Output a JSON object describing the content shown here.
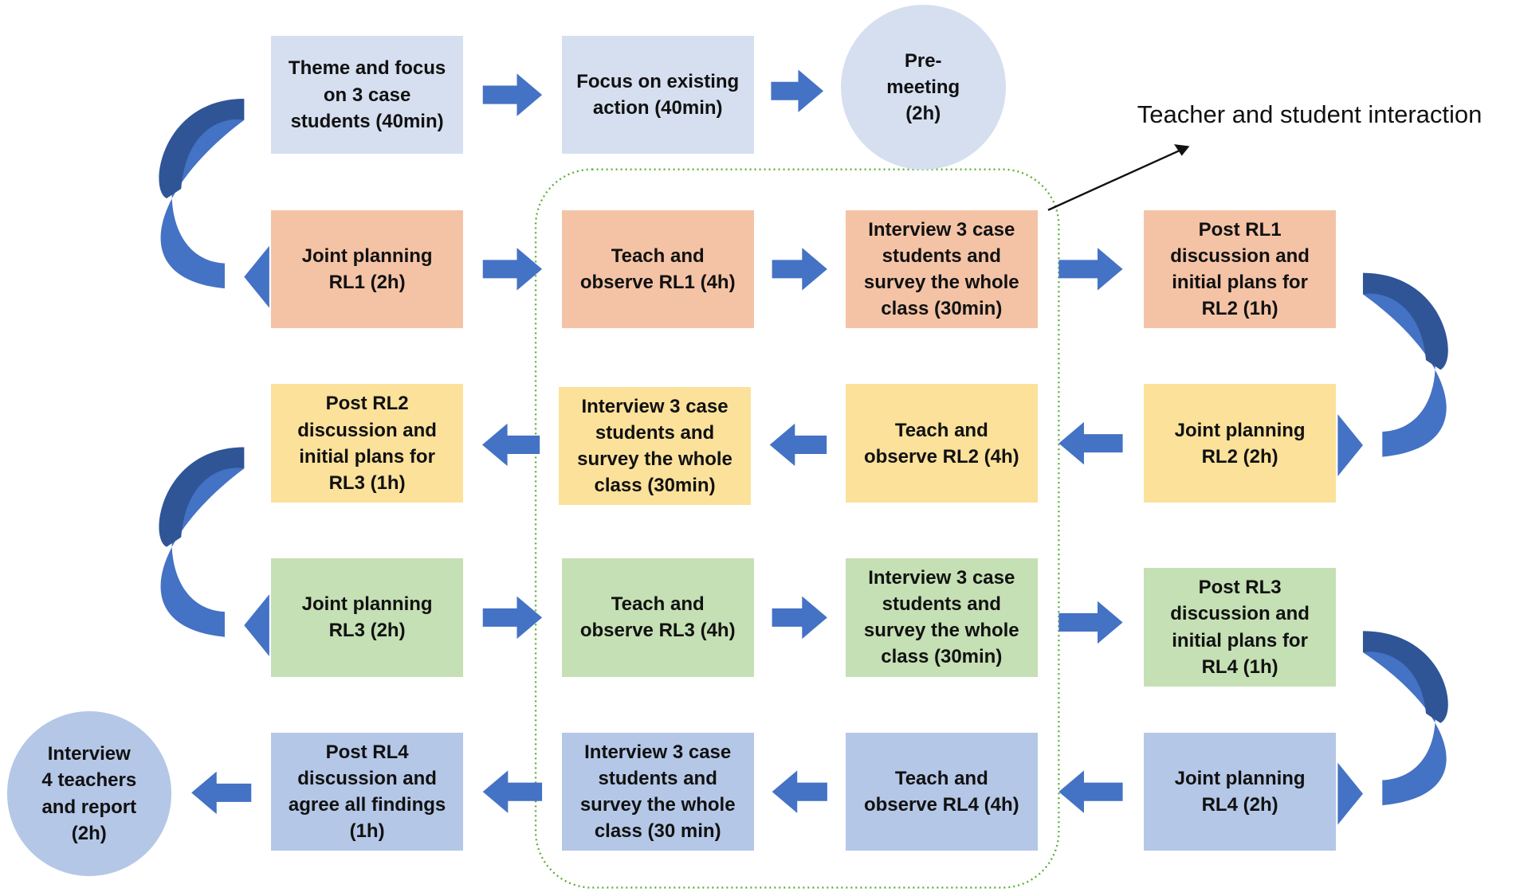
{
  "colors": {
    "row_start": "#D6DFF0",
    "rl1": "#F4C3A6",
    "rl2": "#FBE19A",
    "rl3": "#C5E0B4",
    "rl4": "#B4C7E7",
    "arrow": "#4472C4",
    "arrow_dark": "#2F5597",
    "group_border": "#5FAF3A"
  },
  "annotation": {
    "label": "Teacher and student interaction",
    "icon": "arrow-icon"
  },
  "nodes": [
    {
      "id": "theme-focus",
      "shape": "rect",
      "color": "row_start",
      "text": "Theme and focus\non 3 case\nstudents (40min)"
    },
    {
      "id": "focus-existing",
      "shape": "rect",
      "color": "row_start",
      "text": "Focus on existing\naction (40min)"
    },
    {
      "id": "pre-meeting",
      "shape": "circle",
      "color": "row_start",
      "text": "Pre-\nmeeting\n(2h)"
    },
    {
      "id": "joint-planning-rl1",
      "shape": "rect",
      "color": "rl1",
      "text": "Joint planning\nRL1 (2h)"
    },
    {
      "id": "teach-observe-rl1",
      "shape": "rect",
      "color": "rl1",
      "text": "Teach and\nobserve RL1 (4h)"
    },
    {
      "id": "interview-rl1",
      "shape": "rect",
      "color": "rl1",
      "text": "Interview 3 case\nstudents and\nsurvey the whole\nclass (30min)"
    },
    {
      "id": "post-rl1",
      "shape": "rect",
      "color": "rl1",
      "text": "Post RL1\ndiscussion and\ninitial plans for\nRL2 (1h)"
    },
    {
      "id": "post-rl2",
      "shape": "rect",
      "color": "rl2",
      "text": "Post RL2\ndiscussion and\ninitial plans for\nRL3 (1h)"
    },
    {
      "id": "interview-rl2",
      "shape": "rect",
      "color": "rl2",
      "text": "Interview 3 case\nstudents and\nsurvey the whole\nclass (30min)"
    },
    {
      "id": "teach-observe-rl2",
      "shape": "rect",
      "color": "rl2",
      "text": "Teach and\nobserve RL2 (4h)"
    },
    {
      "id": "joint-planning-rl2",
      "shape": "rect",
      "color": "rl2",
      "text": "Joint planning\nRL2 (2h)"
    },
    {
      "id": "joint-planning-rl3",
      "shape": "rect",
      "color": "rl3",
      "text": "Joint planning\nRL3 (2h)"
    },
    {
      "id": "teach-observe-rl3",
      "shape": "rect",
      "color": "rl3",
      "text": "Teach and\nobserve RL3 (4h)"
    },
    {
      "id": "interview-rl3",
      "shape": "rect",
      "color": "rl3",
      "text": "Interview 3 case\nstudents and\nsurvey the whole\nclass (30min)"
    },
    {
      "id": "post-rl3",
      "shape": "rect",
      "color": "rl3",
      "text": "Post RL3\ndiscussion and\ninitial plans for\nRL4 (1h)"
    },
    {
      "id": "interview-teachers",
      "shape": "circle",
      "color": "rl4",
      "text": "Interview\n4 teachers\nand report\n(2h)"
    },
    {
      "id": "post-rl4",
      "shape": "rect",
      "color": "rl4",
      "text": "Post RL4\ndiscussion and\nagree all findings\n(1h)"
    },
    {
      "id": "interview-rl4",
      "shape": "rect",
      "color": "rl4",
      "text": "Interview 3 case\nstudents and\nsurvey the whole\nclass (30 min)"
    },
    {
      "id": "teach-observe-rl4",
      "shape": "rect",
      "color": "rl4",
      "text": "Teach and\nobserve RL4 (4h)"
    },
    {
      "id": "joint-planning-rl4",
      "shape": "rect",
      "color": "rl4",
      "text": "Joint planning\nRL4 (2h)"
    }
  ],
  "edges": [
    {
      "from": "theme-focus",
      "to": "focus-existing"
    },
    {
      "from": "focus-existing",
      "to": "pre-meeting"
    },
    {
      "from": "theme-focus",
      "to": "joint-planning-rl1"
    },
    {
      "from": "joint-planning-rl1",
      "to": "teach-observe-rl1"
    },
    {
      "from": "teach-observe-rl1",
      "to": "interview-rl1"
    },
    {
      "from": "interview-rl1",
      "to": "post-rl1"
    },
    {
      "from": "post-rl1",
      "to": "joint-planning-rl2"
    },
    {
      "from": "joint-planning-rl2",
      "to": "teach-observe-rl2"
    },
    {
      "from": "teach-observe-rl2",
      "to": "interview-rl2"
    },
    {
      "from": "interview-rl2",
      "to": "post-rl2"
    },
    {
      "from": "post-rl2",
      "to": "joint-planning-rl3"
    },
    {
      "from": "joint-planning-rl3",
      "to": "teach-observe-rl3"
    },
    {
      "from": "teach-observe-rl3",
      "to": "interview-rl3"
    },
    {
      "from": "interview-rl3",
      "to": "post-rl3"
    },
    {
      "from": "post-rl3",
      "to": "joint-planning-rl4"
    },
    {
      "from": "joint-planning-rl4",
      "to": "teach-observe-rl4"
    },
    {
      "from": "teach-observe-rl4",
      "to": "interview-rl4"
    },
    {
      "from": "interview-rl4",
      "to": "post-rl4"
    },
    {
      "from": "post-rl4",
      "to": "interview-teachers"
    }
  ]
}
